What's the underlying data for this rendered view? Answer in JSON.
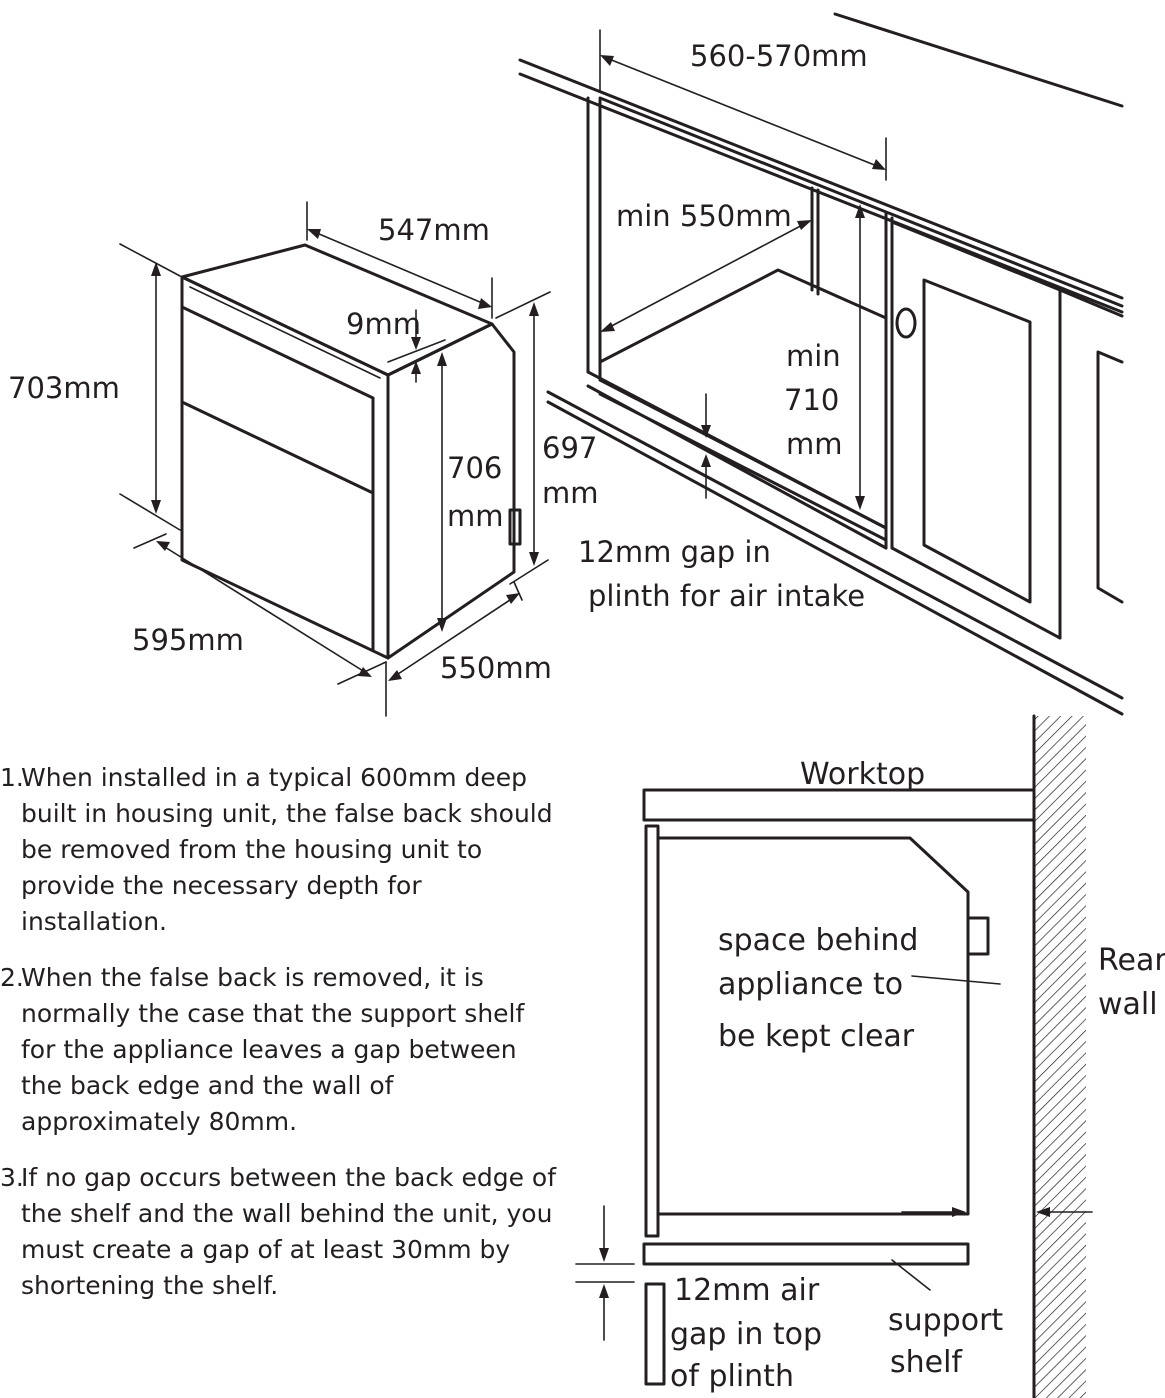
{
  "oven_dimensions": {
    "height": "703mm",
    "top_depth": "547mm",
    "fascia": "9mm",
    "body_height_top": "706",
    "body_height_unit": "mm",
    "side_height_top": "697",
    "side_height_unit": "mm",
    "width": "595mm",
    "depth": "550mm"
  },
  "cabinet_dimensions": {
    "outer_width": "560-570mm",
    "min_width": "min 550mm",
    "min_height_line1": "min",
    "min_height_line2": "710",
    "min_height_line3": "mm",
    "plinth_gap_line1": "12mm gap in",
    "plinth_gap_line2": "plinth for air intake"
  },
  "notes": [
    {
      "num": "1.",
      "text": "When installed in a typical 600mm deep built in housing unit, the false back should be removed from the housing unit to provide the necessary depth for installation."
    },
    {
      "num": "2.",
      "text": "When the false back is removed, it is normally the case that the support shelf for the appliance leaves a gap between the back edge and the wall of approximately 80mm."
    },
    {
      "num": "3.",
      "text": "If no gap occurs between the back edge of the shelf and the wall behind the unit, you must create a gap of at least 30mm by shortening the shelf."
    }
  ],
  "section": {
    "worktop": "Worktop",
    "space_line1": "space behind",
    "space_line2": "appliance to",
    "space_line3": "be kept clear",
    "rear_wall_line1": "Rear",
    "rear_wall_line2": "wall",
    "air_gap_line1": "12mm air",
    "air_gap_line2": "gap in top",
    "air_gap_line3": "of plinth",
    "support_line1": "support",
    "support_line2": "shelf"
  }
}
